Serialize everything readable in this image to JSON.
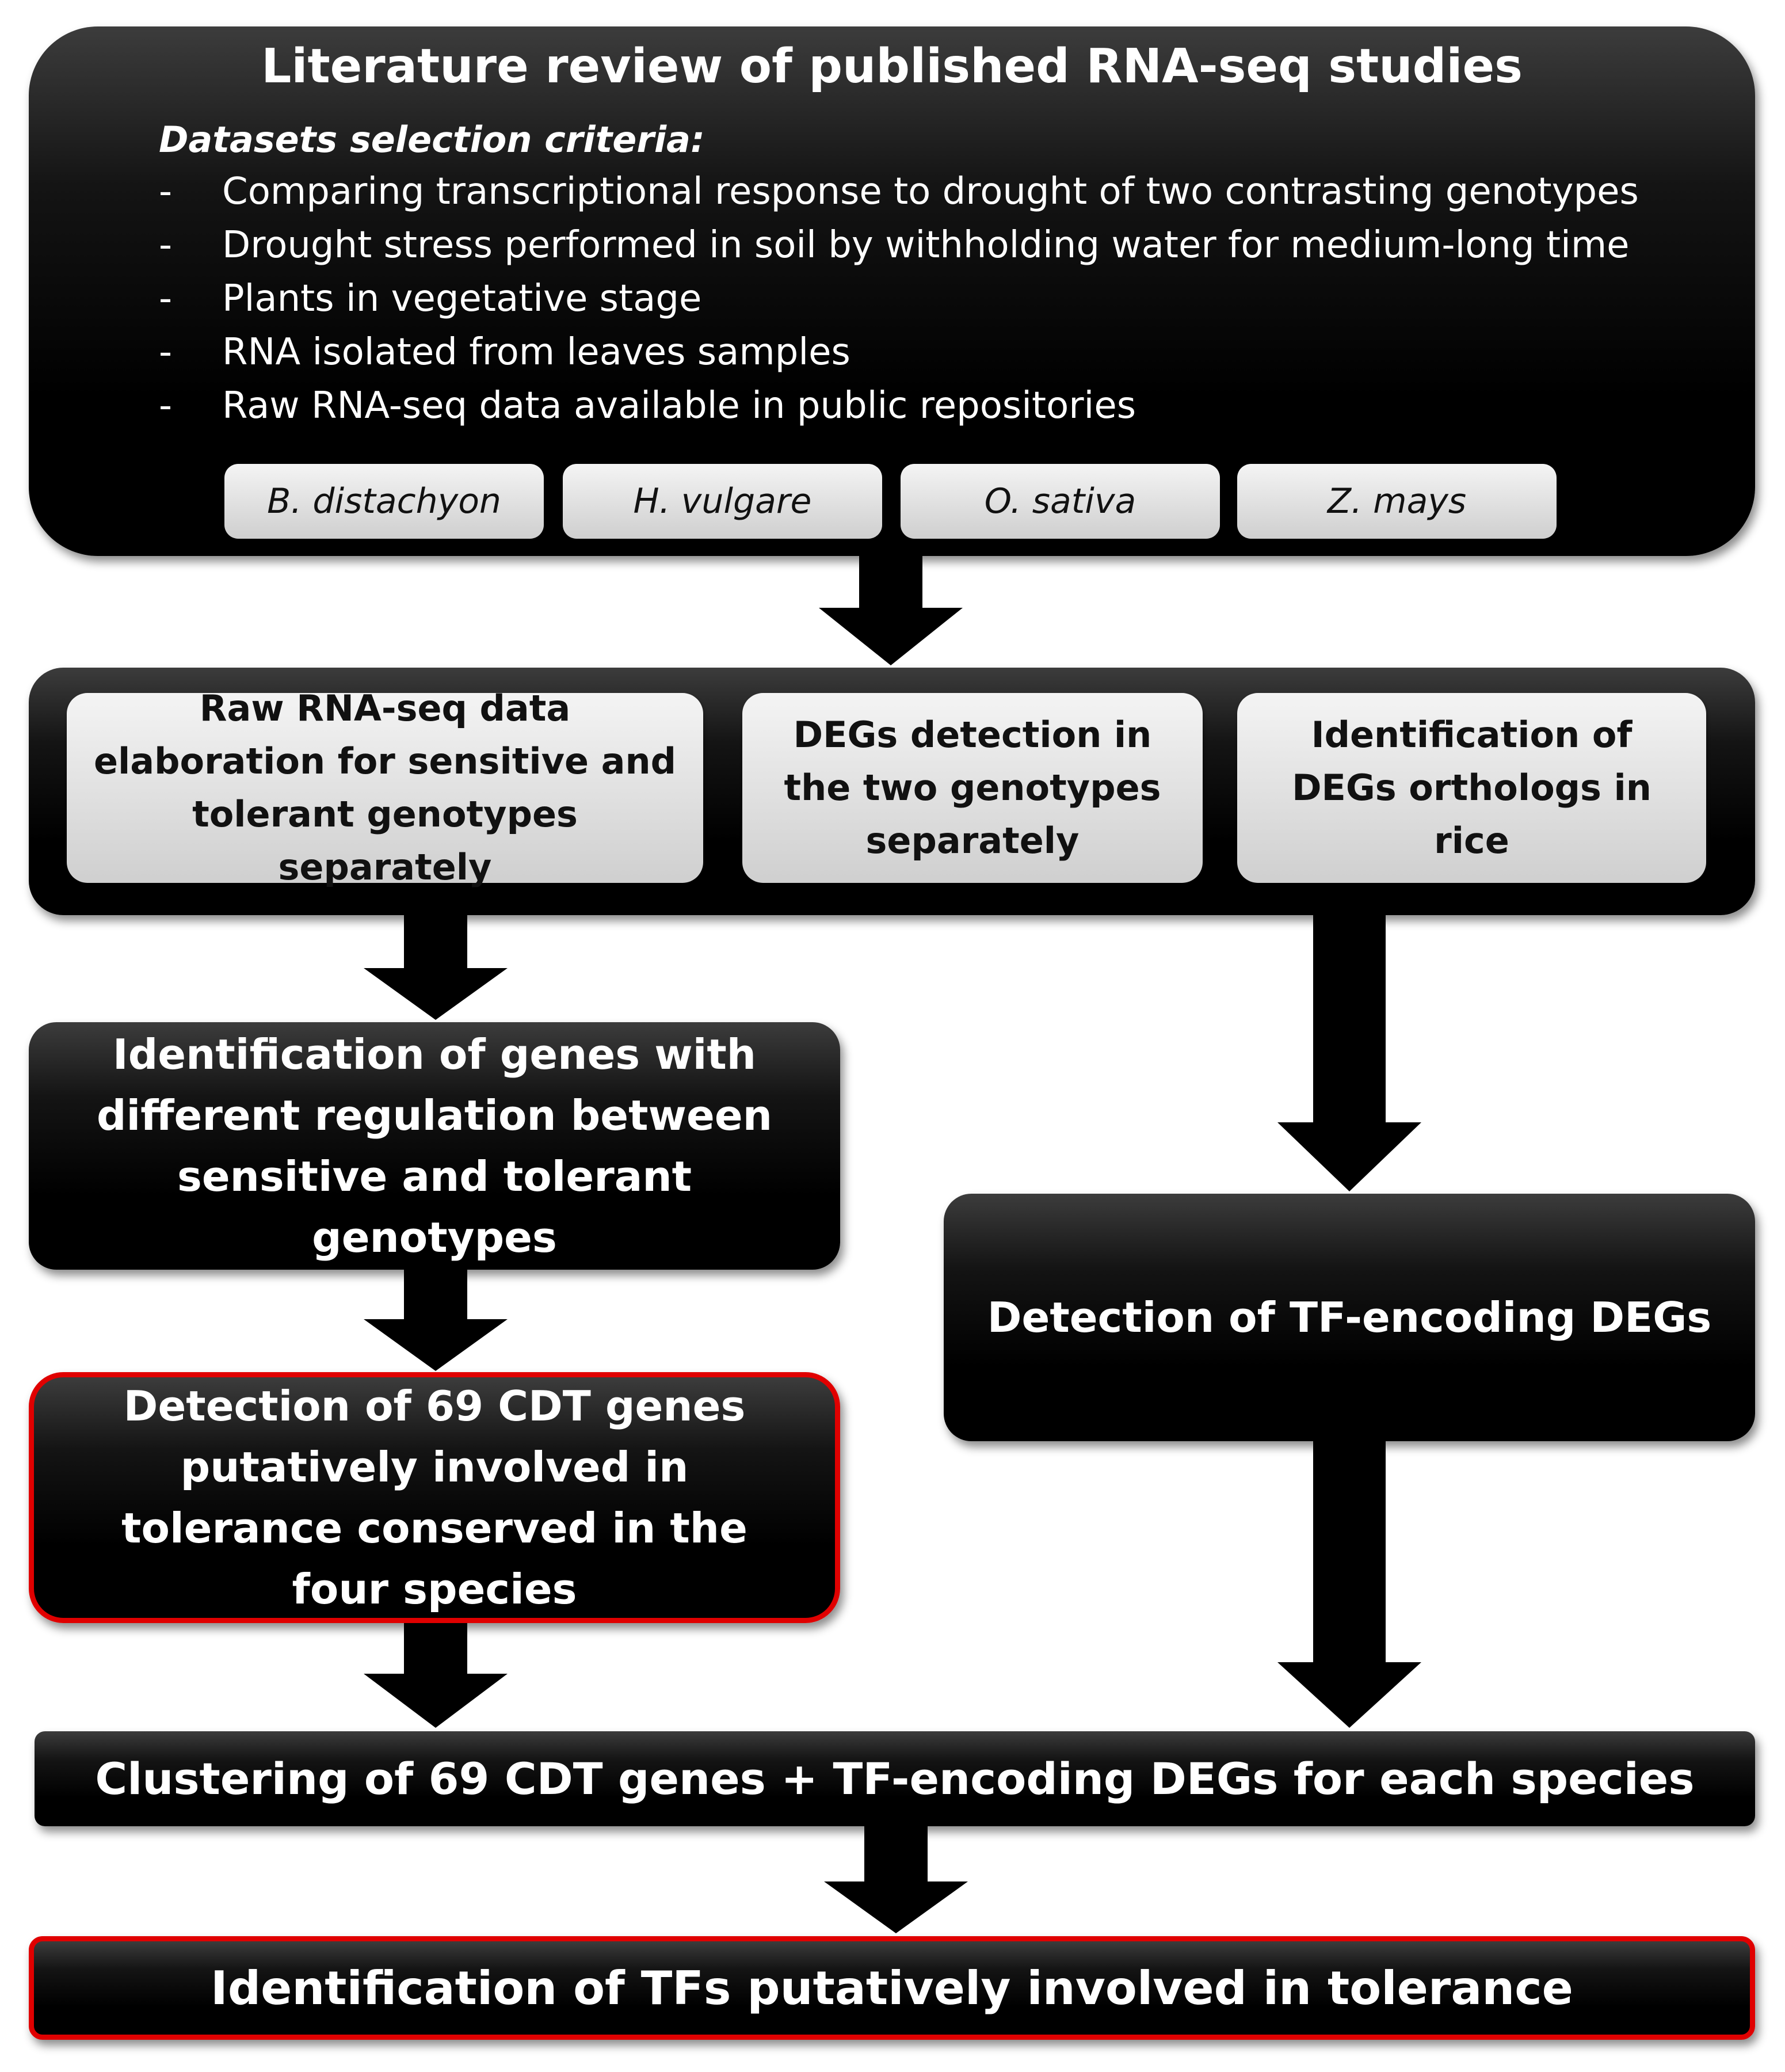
{
  "lit_review": {
    "title": "Literature review of published RNA-seq studies",
    "criteria_title": "Datasets selection criteria:",
    "bullet": "-",
    "criteria": [
      "Comparing transcriptional response to drought of two contrasting genotypes",
      "Drought stress performed in soil by withholding water for medium-long time",
      "Plants in vegetative stage",
      "RNA isolated from leaves samples",
      "Raw RNA-seq data available in public repositories"
    ],
    "species": [
      "B. distachyon",
      "H. vulgare",
      "O. sativa",
      "Z. mays"
    ]
  },
  "processing": {
    "steps": [
      "Raw RNA-seq data elaboration for sensitive and tolerant genotypes separately",
      "DEGs detection in the two genotypes separately",
      "Identification of DEGs orthologs in rice"
    ]
  },
  "diff_regulation": "Identification of genes with different regulation between sensitive and tolerant genotypes",
  "tf_detection": "Detection of TF-encoding DEGs",
  "cdt_detection": "Detection of 69 CDT genes putatively involved in tolerance conserved in the four species",
  "clustering": "Clustering of 69 CDT genes + TF-encoding DEGs for each species",
  "final": "Identification of TFs putatively involved in tolerance",
  "colors": {
    "box_fill": "#000000",
    "sub_box_fill": "#d9d9d9",
    "highlight_border": "#e00000"
  }
}
